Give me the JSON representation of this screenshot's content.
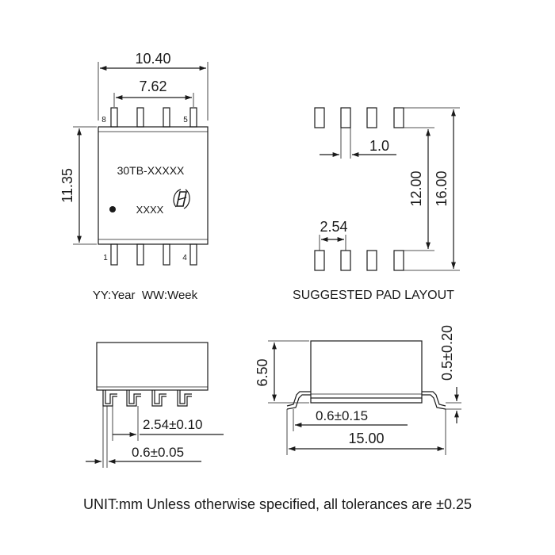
{
  "top_view": {
    "dim_width": "10.40",
    "dim_pin_span": "7.62",
    "dim_height": "11.35",
    "part_number": "30TB-XXXXX",
    "date_code": "XXXX",
    "pin_labels": [
      "8",
      "5",
      "1",
      "4"
    ],
    "caption": "YY:Year  WW:Week"
  },
  "pad_layout": {
    "dim_pad_width": "1.0",
    "dim_pitch": "2.54",
    "dim_inner": "12.00",
    "dim_outer": "16.00",
    "caption": "SUGGESTED PAD LAYOUT"
  },
  "front_view": {
    "dim_pitch": "2.54±0.10",
    "dim_lead_width": "0.6±0.05"
  },
  "side_view": {
    "dim_height": "6.50",
    "dim_standoff": "0.5±0.20",
    "dim_lead_thickness": "0.6±0.15",
    "dim_overall": "15.00"
  },
  "footer_note": "UNIT:mm Unless otherwise specified, all tolerances are ±0.25"
}
